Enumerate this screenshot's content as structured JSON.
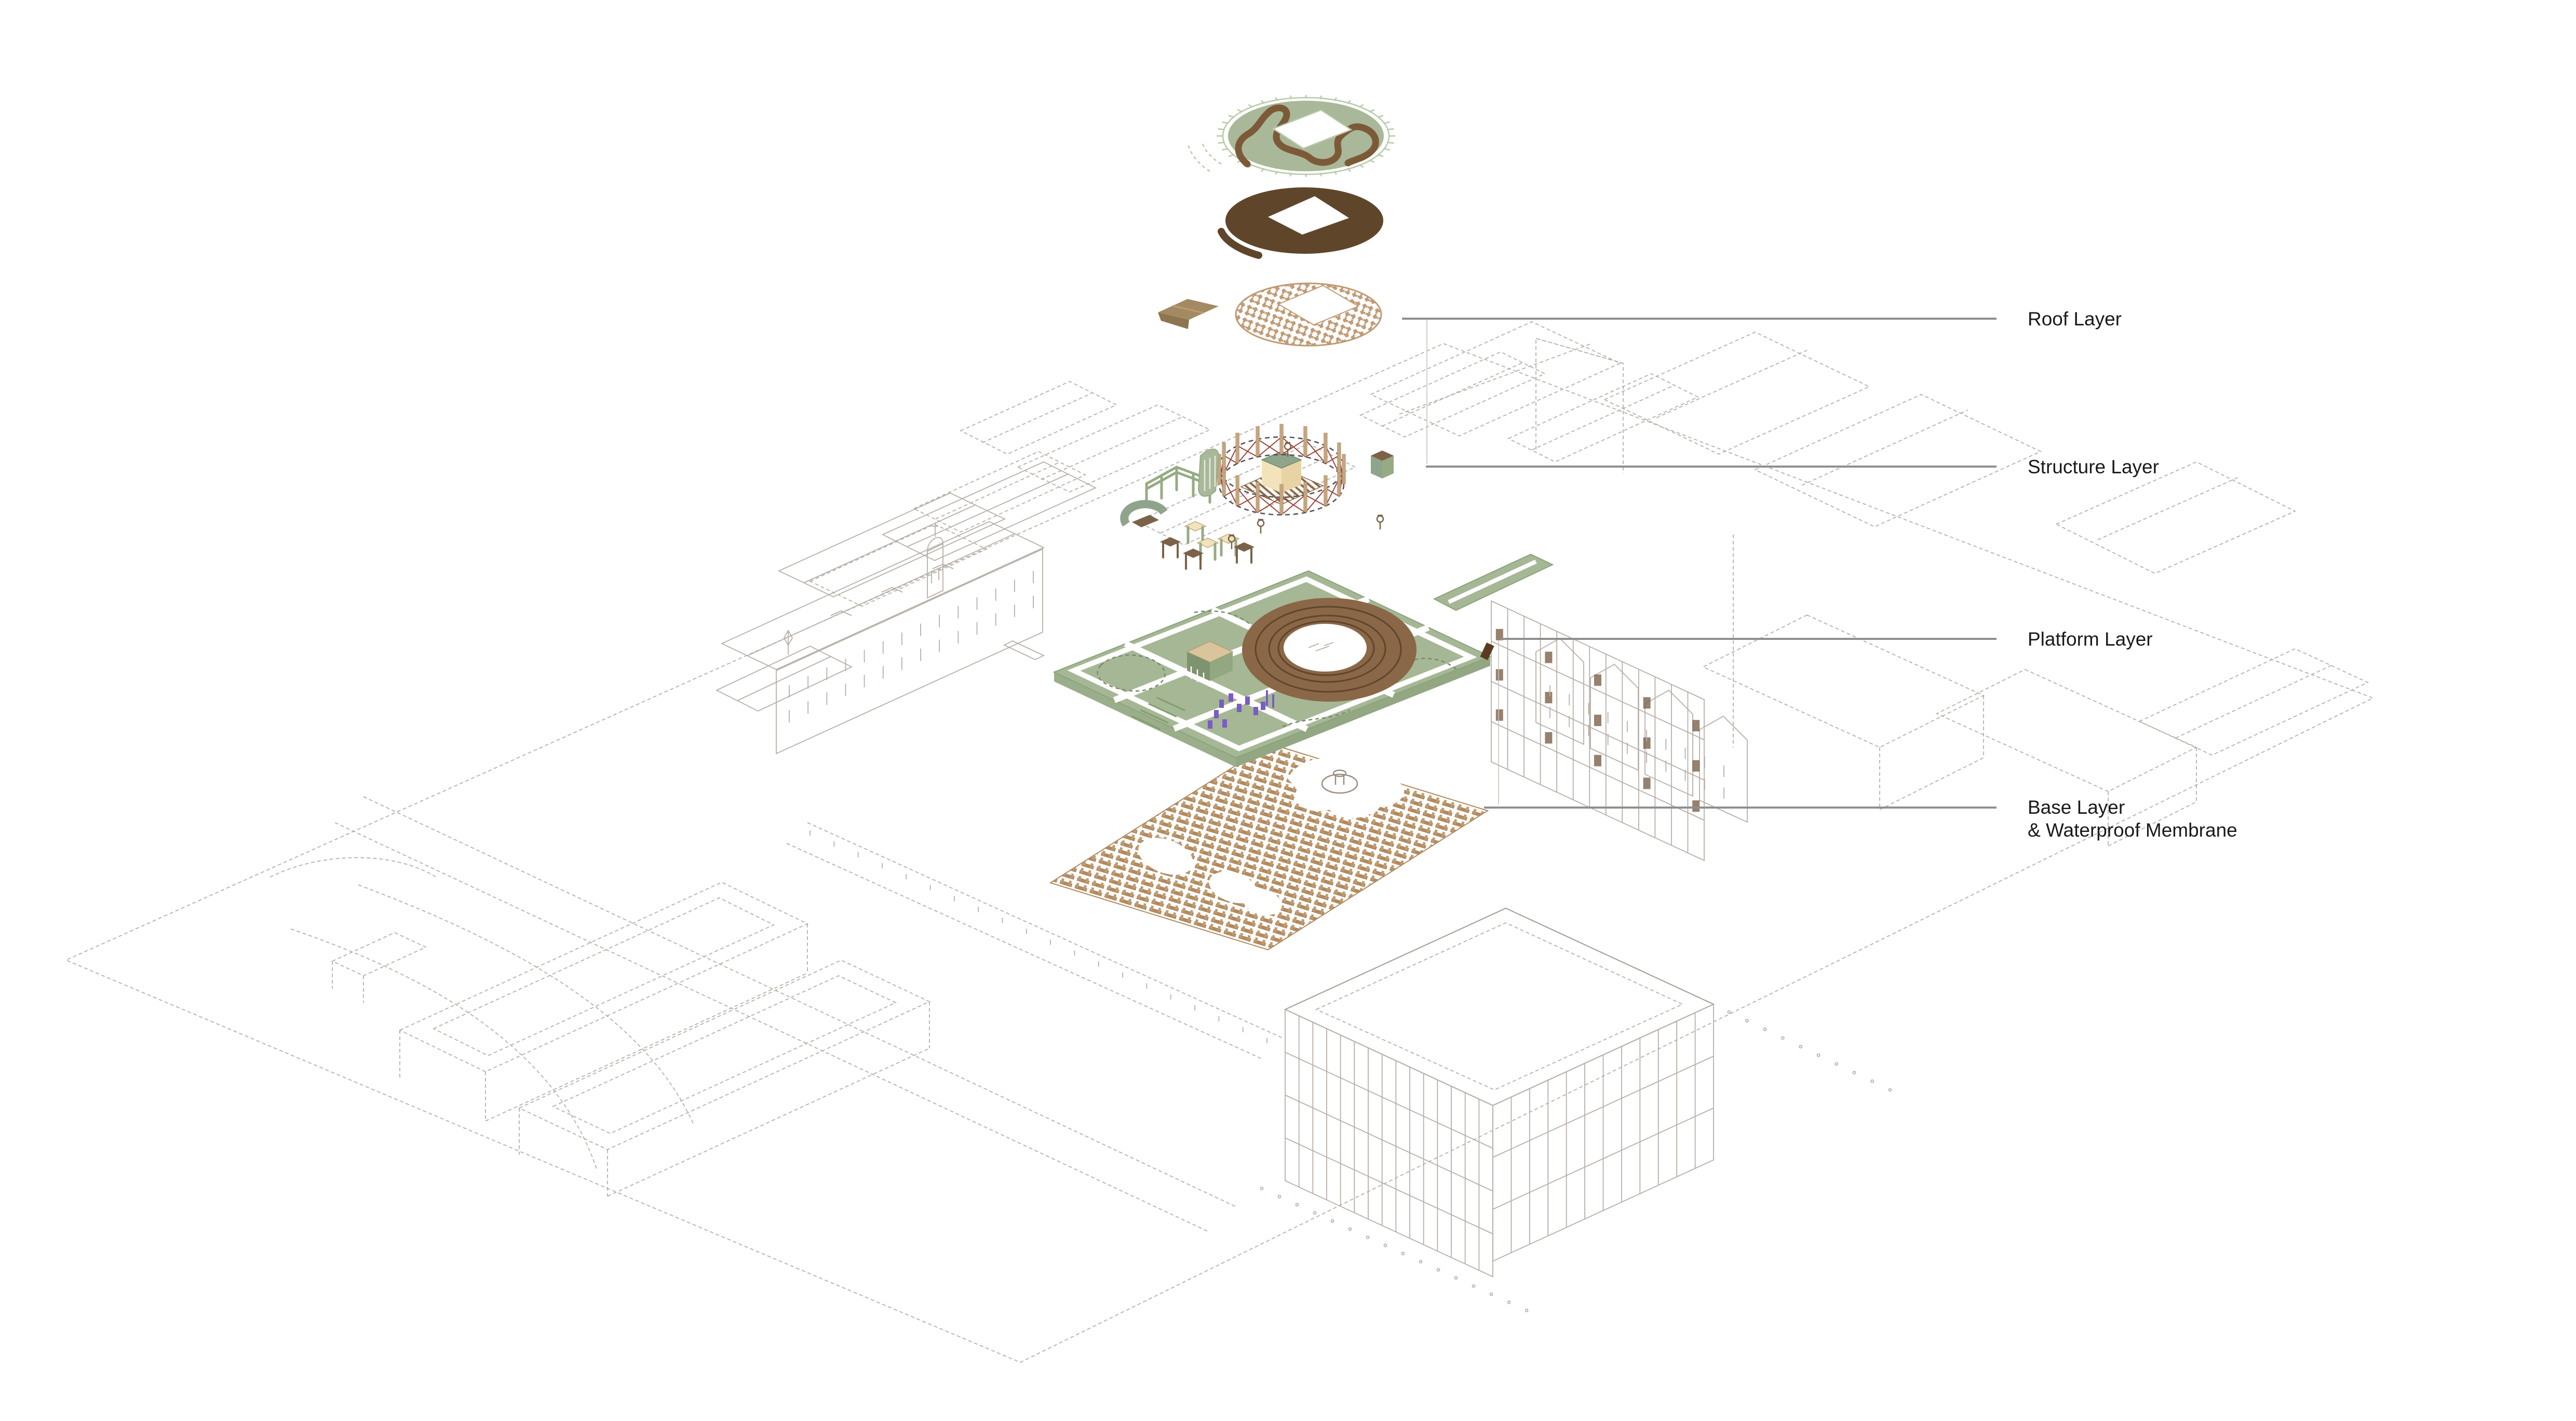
{
  "annotations": {
    "labels": [
      {
        "id": "roof-layer",
        "text": "Roof Layer"
      },
      {
        "id": "structure-layer",
        "text": "Structure Layer"
      },
      {
        "id": "platform-layer",
        "text": "Platform Layer"
      },
      {
        "id": "base-layer",
        "text": "Base Layer",
        "text2": "& Waterproof Membrane"
      }
    ]
  },
  "layers": [
    {
      "name": "roof-plan-disc",
      "depicts": "round green roof garden with winding brown path, skylight opening and perimeter railing"
    },
    {
      "name": "roof-solid-disc",
      "depicts": "solid dark brown roof disc with skylight opening"
    },
    {
      "name": "roof-lattice",
      "depicts": "elliptical timber grid shell with skylight opening and folded roof plate"
    },
    {
      "name": "structure",
      "depicts": "ring colonnade with cross bracing, central pavilion, green portal frames, curved walls and kiosks"
    },
    {
      "name": "platform",
      "depicts": "green landscaped deck with white paths, circular stepped amphitheatre, pavilion and site furniture"
    },
    {
      "name": "base",
      "depicts": "timber waffle base grid with organic openings and fountain"
    }
  ],
  "palette": {
    "sage_green": "#a9b898",
    "deck_green": "#a5b794",
    "rail_green": "#b9cbaa",
    "path_brown": "#7c5a38",
    "dark_roof_brown": "#5f462b",
    "lattice_tan": "#c09a74",
    "plate_tan": "#a38a62",
    "plate_tan_dark": "#8d764f",
    "post_tan": "#c4a580",
    "beam_dark": "#55505a",
    "brace_red": "#9c4238",
    "cream": "#f2e3bb",
    "cream_dark": "#e7d3a4",
    "box_green": "#8fa58b",
    "wall_green": "#96ab83",
    "kiosk_brown": "#7b6248",
    "amphi_brown": "#8a6747",
    "amphi_dark": "#5f452c",
    "base_brown": "#b08a60",
    "purple": "#7a5cc6",
    "line_art": "#b7afa7",
    "line_art_dark": "#a29a91",
    "leader_gray": "#8f8f8f",
    "label_text": "#1a1a1a",
    "background": "#ffffff"
  }
}
